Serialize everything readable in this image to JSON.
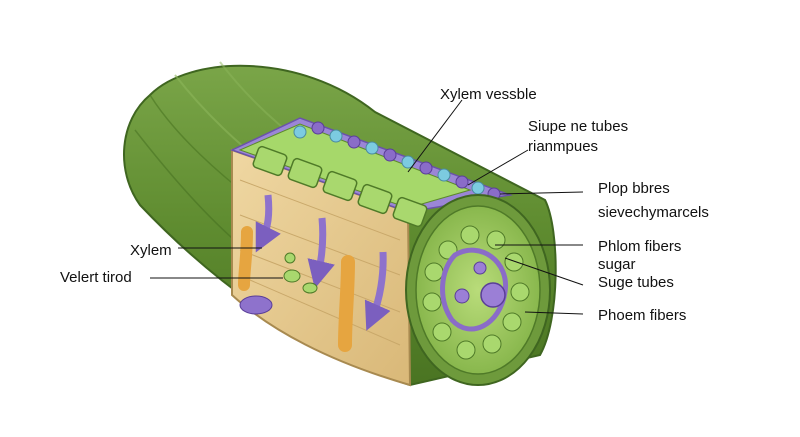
{
  "labels": {
    "xylem_vessble": "Xylem vessble",
    "siupe_ne_tubes": "Siupe ne tubes",
    "rianmpues": "rianmpues",
    "plop_bbres": "Plop bbres",
    "sievechymarcels": "sievechymarcels",
    "xylem": "Xylem",
    "velert_tirod": "Velert tirod",
    "phlom_fibers": "Phlom fibers",
    "sugar": "sugar",
    "suge_tubes": "Suge tubes",
    "phoem_fibers": "Phoem fibers"
  },
  "colors": {
    "outer_green": "#6e9a3c",
    "outer_green_dark": "#4f7a28",
    "xylem_tan": "#e4c98e",
    "cell_green": "#9ccc5a",
    "phloem_purple": "#8a6cc8",
    "phloem_blue": "#7ccbe0",
    "arrow_purple": "#8e72cc",
    "orange_tube": "#e6a540"
  }
}
